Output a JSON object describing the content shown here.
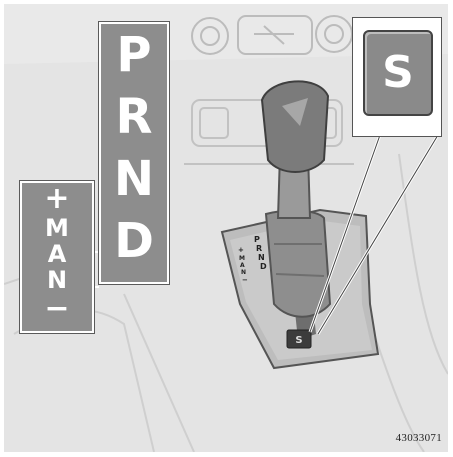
{
  "prnd_panel": {
    "letters": [
      "P",
      "R",
      "N",
      "D"
    ]
  },
  "man_panel": {
    "plus": "+",
    "letters": [
      "M",
      "A",
      "N"
    ],
    "minus": "−"
  },
  "s_panel": {
    "label": "S"
  },
  "gate": {
    "prnd": [
      "P",
      "R",
      "N",
      "D"
    ],
    "man": [
      "+",
      "M",
      "A",
      "N",
      "−"
    ]
  },
  "figure_code": "43033071"
}
